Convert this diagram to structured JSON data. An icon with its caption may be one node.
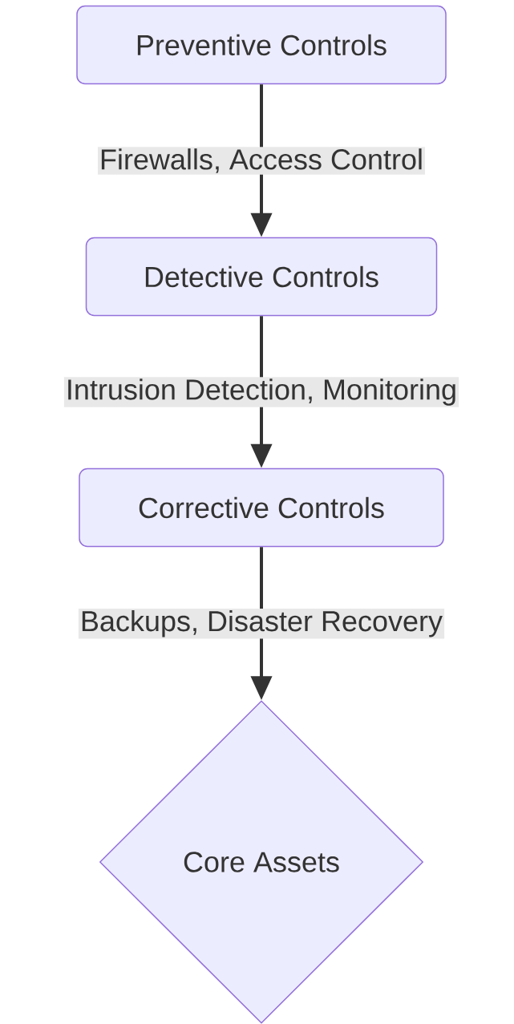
{
  "diagram": {
    "nodes": [
      {
        "text": [
          "Preventive Controls"
        ]
      },
      {
        "text": [
          "Detective Controls"
        ]
      },
      {
        "text": [
          "Corrective Controls"
        ]
      },
      {
        "text": [
          "Core Assets"
        ]
      }
    ],
    "edges": [
      {
        "from": 0,
        "to": 1,
        "arrow": "to",
        "label": "Firewalls, Access Control"
      },
      {
        "from": 1,
        "to": 2,
        "arrow": "to",
        "label": "Intrusion Detection, Monitoring"
      },
      {
        "from": 2,
        "to": 3,
        "arrow": "to",
        "label": "Backups, Disaster Recovery"
      }
    ]
  }
}
